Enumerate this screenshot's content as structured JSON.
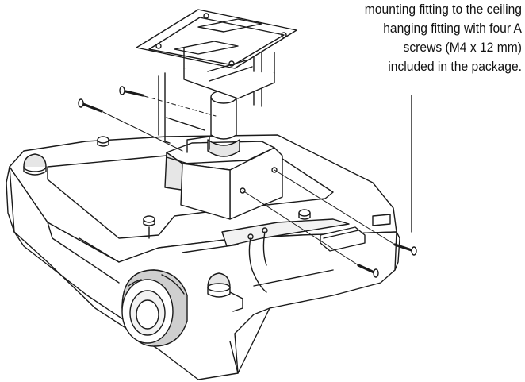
{
  "caption": {
    "lines": [
      "mounting fitting to the ceiling",
      "hanging fitting with four A",
      "screws (M4 x 12 mm)",
      "included in the package."
    ]
  },
  "colors": {
    "line": "#1a1a1a",
    "shade_light": "#e6e6e6",
    "shade_mid": "#cfcfcf",
    "shade_dark": "#9a9a9a"
  },
  "icons": [
    "projector-body",
    "projector-lens",
    "ceiling-mounting-fitting",
    "ceiling-hanging-fitting",
    "mounting-screw",
    "adjustable-foot"
  ]
}
